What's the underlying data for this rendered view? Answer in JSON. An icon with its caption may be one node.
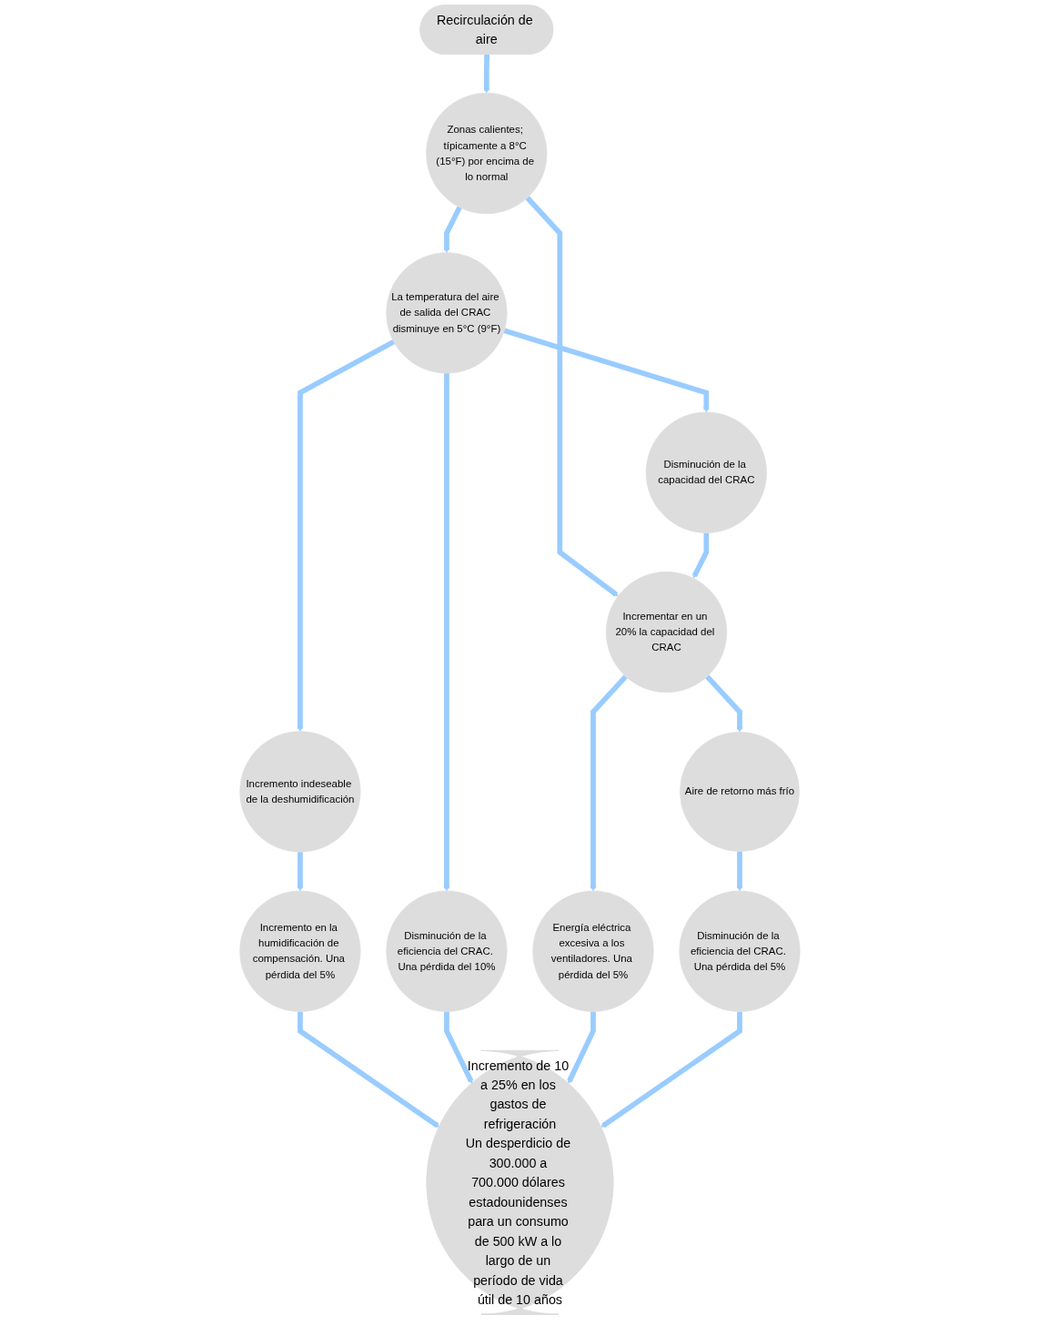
{
  "diagram": {
    "nodes": [
      {
        "text": [
          "Recirculación de aire"
        ]
      },
      {
        "text": [
          "Zonas calientes; típicamente a 8°C (15°F) por encima de lo normal"
        ]
      },
      {
        "text": [
          "La temperatura del aire de salida del CRAC disminuye en 5°C (9°F)"
        ]
      },
      {
        "text": [
          "Incrementar en un 20% la capacidad del CRAC"
        ]
      },
      {
        "text": [
          "Disminución de la capacidad del CRAC"
        ]
      },
      {
        "text": [
          "Incremento indeseable de la deshumidificación"
        ]
      },
      {
        "text": [
          "Aire de retorno más frío"
        ]
      },
      {
        "text": [
          "Disminución de la eficiencia del CRAC. Una pérdida del 10%"
        ]
      },
      {
        "text": [
          "Energía eléctrica excesiva a los ventiladores. Una pérdida del 5%"
        ]
      },
      {
        "text": [
          "Incremento en la humidificación de compensación. Una pérdida del 5%"
        ]
      },
      {
        "text": [
          "Disminución de la eficiencia del CRAC. Una pérdida del 5%"
        ]
      },
      {
        "text": [
          "Incremento de 10 a 25% en los gastos de refrigeración",
          "Un desperdicio de 300.000 a 700.000 dólares estadounidenses para un consumo de 500 kW a lo largo de un período de vida útil de 10 años"
        ]
      }
    ],
    "edges": [
      {
        "from": 0,
        "to": 1,
        "arrow": "to"
      },
      {
        "from": 1,
        "to": 2,
        "arrow": "to"
      },
      {
        "from": 1,
        "to": 3,
        "arrow": "to"
      },
      {
        "from": 2,
        "to": 4,
        "arrow": "to"
      },
      {
        "from": 4,
        "to": 3,
        "arrow": "to"
      },
      {
        "from": 2,
        "to": 5,
        "arrow": "to"
      },
      {
        "from": 2,
        "to": 7,
        "arrow": "to"
      },
      {
        "from": 3,
        "to": 8,
        "arrow": "to"
      },
      {
        "from": 3,
        "to": 6,
        "arrow": "to"
      },
      {
        "from": 5,
        "to": 9,
        "arrow": "to"
      },
      {
        "from": 6,
        "to": 10,
        "arrow": "to"
      },
      {
        "from": 9,
        "to": 11,
        "arrow": "to"
      },
      {
        "from": 7,
        "to": 11,
        "arrow": "to"
      },
      {
        "from": 8,
        "to": 11,
        "arrow": "to"
      },
      {
        "from": 10,
        "to": 11,
        "arrow": "to"
      }
    ]
  }
}
